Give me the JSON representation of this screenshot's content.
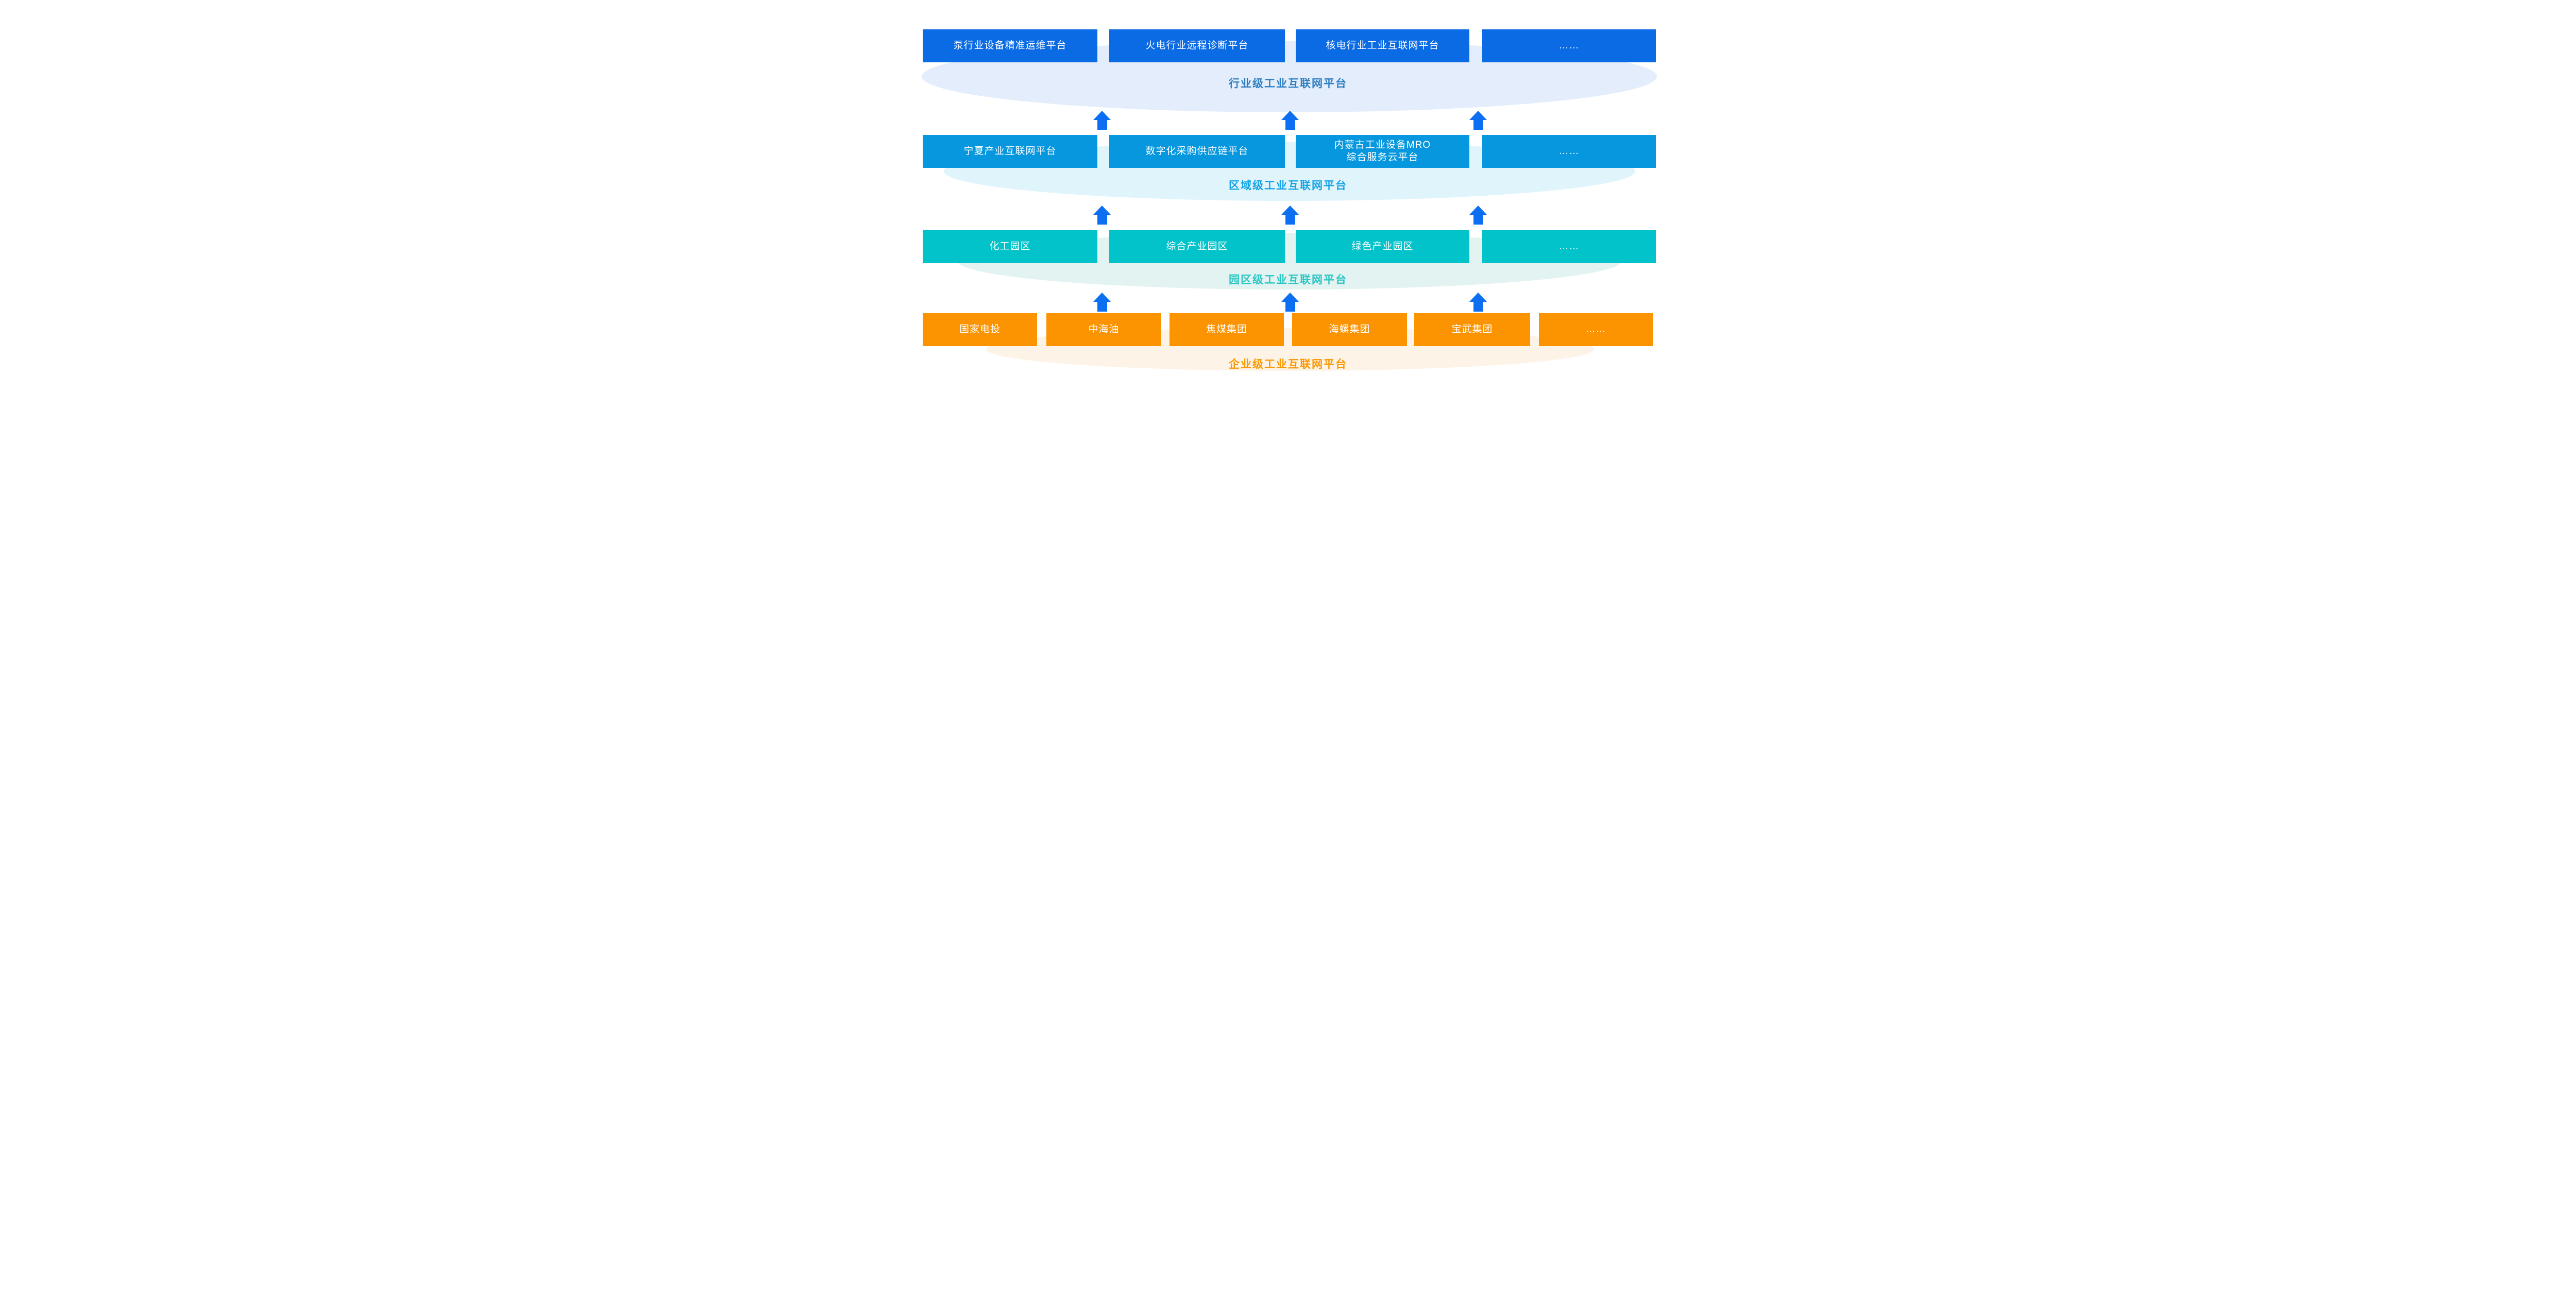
{
  "title": "工业互联网平台层级图",
  "colors": {
    "background": "#FFFFFF",
    "box_text": "#FFFFFF",
    "arrow": "#0C6FF2",
    "tier1_box": "#0B6BE4",
    "tier1_band": "#E3EDFB",
    "tier1_label": "#2E7EC2",
    "tier2_box": "#0697DF",
    "tier2_band": "#E0F4FC",
    "tier2_label": "#16A4E4",
    "tier3_box": "#02C2CA",
    "tier3_band": "#E2F3F1",
    "tier3_label": "#29C7C3",
    "tier4_box": "#FC9301",
    "tier4_band": "#FDF3E6",
    "tier4_label": "#FA9803"
  },
  "tiers": [
    {
      "id": "industry",
      "label": "行业级工业互联网平台",
      "boxes": [
        "泵行业设备精准运维平台",
        "火电行业远程诊断平台",
        "核电行业工业互联网平台",
        "……"
      ]
    },
    {
      "id": "regional",
      "label": "区域级工业互联网平台",
      "boxes": [
        "宁夏产业互联网平台",
        "数字化采购供应链平台",
        "内蒙古工业设备MRO\n综合服务云平台",
        "……"
      ]
    },
    {
      "id": "park",
      "label": "园区级工业互联网平台",
      "boxes": [
        "化工园区",
        "综合产业园区",
        "绿色产业园区",
        "……"
      ]
    },
    {
      "id": "enterprise",
      "label": "企业级工业互联网平台",
      "boxes": [
        "国家电投",
        "中海油",
        "焦煤集团",
        "海螺集团",
        "宝武集团",
        "……"
      ]
    }
  ],
  "arrow_icon": "up-arrow",
  "arrows_per_gap": 3
}
